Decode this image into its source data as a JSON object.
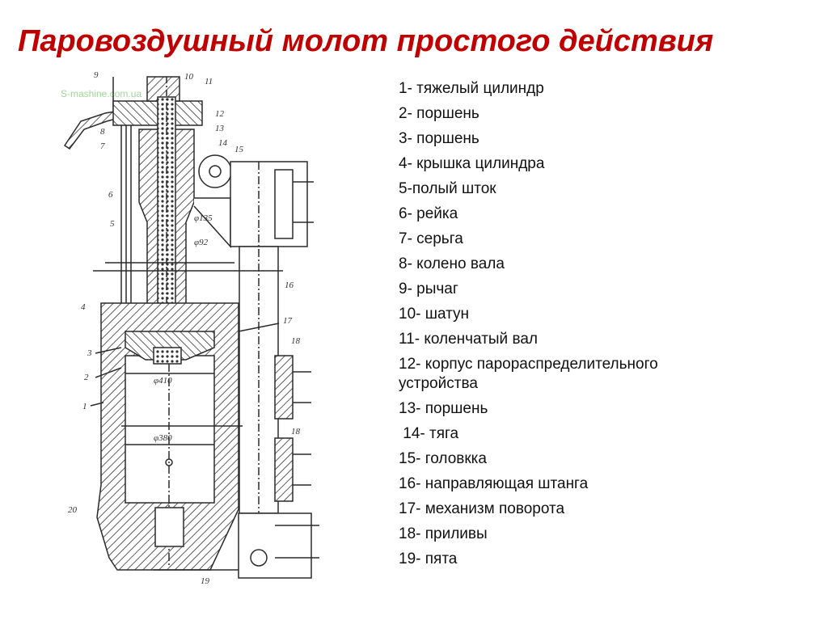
{
  "title": "Паровоздушный молот простого действия",
  "watermark": "S-mashine.com.ua",
  "drawing_labels": {
    "n1": "1",
    "n2": "2",
    "n3": "3",
    "n4": "4",
    "n5": "5",
    "n6": "6",
    "n7": "7",
    "n8": "8",
    "n9": "9",
    "n10": "10",
    "n11": "11",
    "n12": "12",
    "n13": "13",
    "n14": "14",
    "n15": "15",
    "n16": "16",
    "n17": "17",
    "n18a": "18",
    "n18b": "18",
    "n19": "19",
    "n20": "20",
    "d135": "φ135",
    "d92": "φ92",
    "d410": "φ410",
    "d380": "φ380"
  },
  "legend": [
    "1- тяжелый цилиндр",
    "2- поршень",
    "3- поршень",
    "4- крышка цилиндра",
    "5-полый шток",
    "6- рейка",
    "7- серьга",
    "8- колено вала",
    "9- рычаг",
    "10- шатун",
    "11- коленчатый вал",
    "12- корпус парораспределительного устройства",
    "13- поршень",
    " 14- тяга",
    "15- головкка",
    "16- направляющая штанга",
    "17- механизм поворота",
    "18- приливы",
    "19- пята"
  ],
  "colors": {
    "title": "#c00000",
    "ink": "#2a2a2a"
  }
}
